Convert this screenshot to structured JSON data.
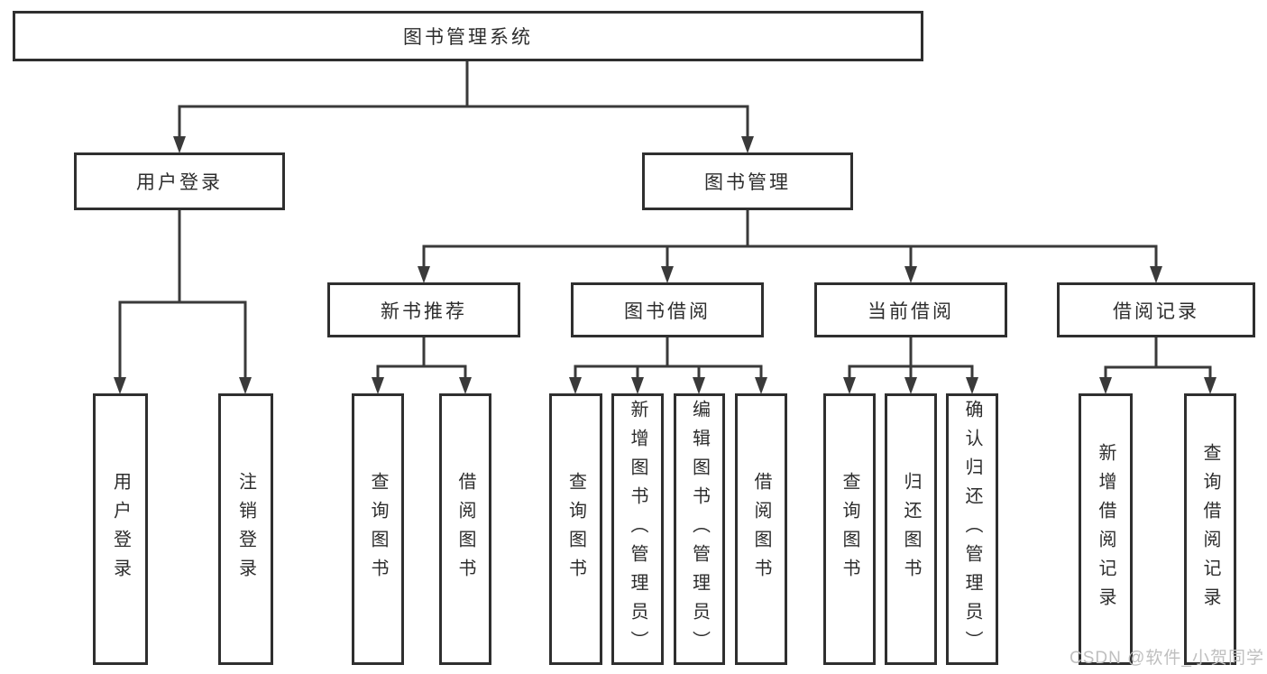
{
  "diagram": {
    "root": "图书管理系统",
    "branches": [
      {
        "label": "用户登录",
        "children": [
          "用户登录",
          "注销登录"
        ]
      },
      {
        "label": "图书管理",
        "children": [
          {
            "label": "新书推荐",
            "children": [
              "查询图书",
              "借阅图书"
            ]
          },
          {
            "label": "图书借阅",
            "children": [
              "查询图书",
              "新增图书（管理员）",
              "编辑图书（管理员）",
              "借阅图书"
            ]
          },
          {
            "label": "当前借阅",
            "children": [
              "查询图书",
              "归还图书",
              "确认归还（管理员）"
            ]
          },
          {
            "label": "借阅记录",
            "children": [
              "新增借阅记录",
              "查询借阅记录"
            ]
          }
        ]
      }
    ],
    "watermark": "CSDN @软件_小贺同学",
    "colors": {
      "line": "#3a3a3a",
      "box_border": "#2f2f2f",
      "text": "#2d2d2d",
      "watermark": "#bfbfbf",
      "background": "#ffffff"
    }
  }
}
